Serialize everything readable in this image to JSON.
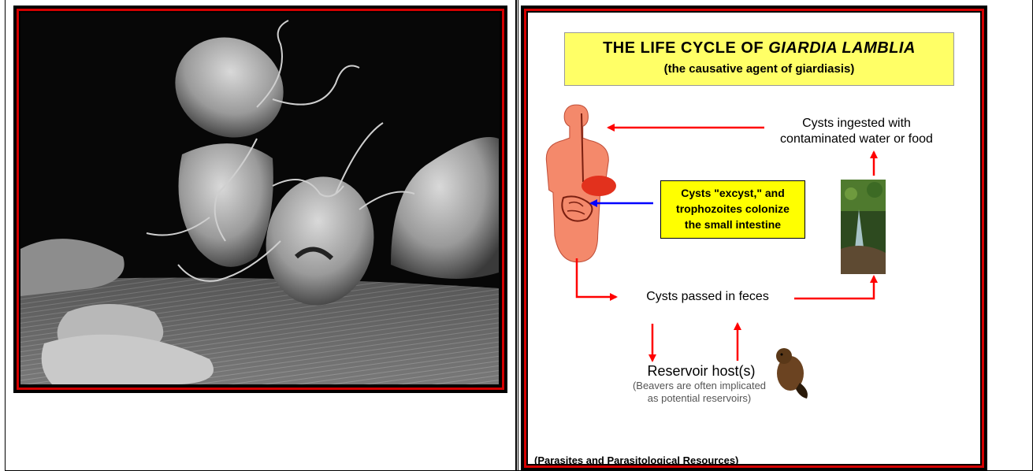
{
  "diagram": {
    "title_prefix": "The Life Cycle of ",
    "title_italic": "Giardia lamblia",
    "subtitle": "(the causative agent of giardiasis)",
    "ingested_line1": "Cysts ingested with",
    "ingested_line2": "contaminated water or food",
    "excyst_line1": "Cysts \"excyst,\" and",
    "excyst_line2": "trophozoites colonize",
    "excyst_line3": "the small intestine",
    "passed": "Cysts passed in feces",
    "reservoir": "Reservoir host(s)",
    "reservoir_note1": "(Beavers are often implicated",
    "reservoir_note2": "as potential reservoirs)",
    "source": "(Parasites and Parasitological Resources)"
  },
  "colors": {
    "frame_red": "#d40000",
    "arrow_red": "#ff0000",
    "arrow_blue": "#0000ff",
    "title_bg": "#ffff66",
    "callout_bg": "#ffff00",
    "body_fill": "#f4896b"
  },
  "icons": {
    "micrograph": "giardia-electron-micrograph",
    "human": "human-torso-digestive-tract",
    "stream": "forest-stream-photo",
    "beaver": "beaver-icon"
  }
}
